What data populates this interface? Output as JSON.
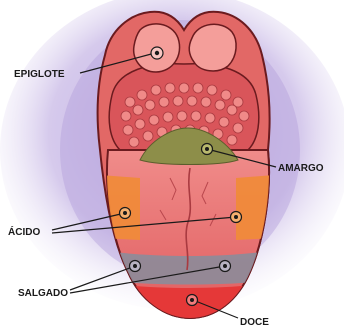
{
  "labels": {
    "epiglote": "EPIGLOTE",
    "amargo": "AMARGO",
    "acido": "ÁCIDO",
    "salgado": "SALGADO",
    "doce": "DOCE"
  },
  "colors": {
    "background_glow": "#b9a6df",
    "tongue_base": "#e46f6d",
    "tongue_shadow": "#c94a4c",
    "outline": "#6b1b1f",
    "amargo_zone": "#8d8e49",
    "acido_zone": "#f08a3a",
    "salgado_zone": "#8f8a98",
    "doce_zone": "#e53838",
    "papillae": "#a93a40",
    "leader_lines": "#1a1a1a"
  },
  "icons": {
    "marker": "target-dot-icon"
  }
}
